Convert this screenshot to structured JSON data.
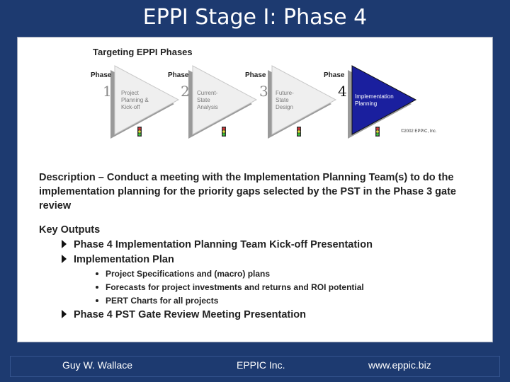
{
  "slide_title": "EPPI Stage I: Phase 4",
  "diagram": {
    "title": "Targeting EPPI Phases",
    "phases": [
      {
        "word": "Phase",
        "number": "1",
        "label": [
          "Project",
          "Planning &",
          "Kick-off"
        ],
        "active": false
      },
      {
        "word": "Phase",
        "number": "2",
        "label": [
          "Current-",
          "State",
          "Analysis"
        ],
        "active": false
      },
      {
        "word": "Phase",
        "number": "3",
        "label": [
          "Future-",
          "State",
          "Design"
        ],
        "active": false
      },
      {
        "word": "Phase",
        "number": "4",
        "label": [
          "Implementation",
          "Planning"
        ],
        "active": true
      }
    ],
    "copyright": "©2002 EPPIC, Inc.",
    "colors": {
      "inactive_fill": "#efefef",
      "active_fill": "#1a1f9e",
      "shadow": "#9a9a9a"
    }
  },
  "description": "Description – Conduct a meeting with the Implementation Planning Team(s) to do the implementation planning for the priority gaps selected by the PST in the Phase 3 gate review",
  "key_outputs": {
    "title": "Key Outputs",
    "items": [
      "Phase 4 Implementation Planning Team Kick-off Presentation",
      "Implementation Plan",
      "Phase 4 PST Gate Review Meeting Presentation"
    ],
    "sub_items": [
      "Project Specifications and (macro) plans",
      "Forecasts for project investments and returns and ROI potential",
      "PERT Charts for all projects"
    ]
  },
  "footer": {
    "left": "Guy W. Wallace",
    "center": "EPPIC Inc.",
    "right": "www.eppic.biz"
  }
}
